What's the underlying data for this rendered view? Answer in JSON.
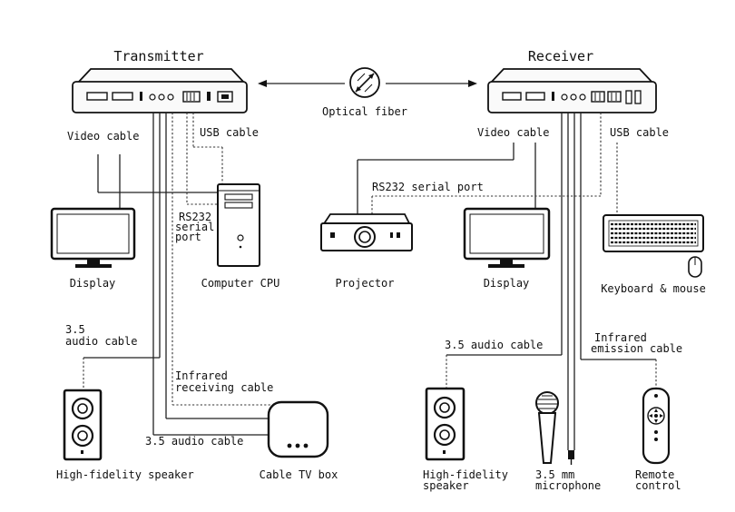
{
  "labels": {
    "transmitter": "Transmitter",
    "receiver": "Receiver",
    "optical_fiber": "Optical fiber",
    "tx_video_cable": "Video cable",
    "tx_usb_cable": "USB cable",
    "rx_video_cable": "Video cable",
    "rx_usb_cable": "USB cable",
    "rs232_line1": "RS232",
    "rs232_line2": "serial",
    "rs232_line3": "port",
    "rx_rs232": "RS232 serial port",
    "display_left": "Display",
    "computer_cpu": "Computer CPU",
    "projector": "Projector",
    "display_right": "Display",
    "keyboard_mouse": "Keyboard & mouse",
    "tx_audio_line1": "3.5",
    "tx_audio_line2": "audio cable",
    "infrared_receiving_line1": "Infrared",
    "infrared_receiving_line2": "receiving cable",
    "tx_audio_cable2": "3.5 audio cable",
    "rx_audio_cable": "3.5 audio cable",
    "infrared_emission_line1": "Infrared",
    "infrared_emission_line2": "emission cable",
    "hifi_speaker_left": "High-fidelity speaker",
    "cable_tv_box": "Cable TV box",
    "hifi_speaker_right_line1": "High-fidelity",
    "hifi_speaker_right_line2": "speaker",
    "microphone_line1": "3.5 mm",
    "microphone_line2": "microphone",
    "remote_line1": "Remote",
    "remote_line2": "control"
  }
}
